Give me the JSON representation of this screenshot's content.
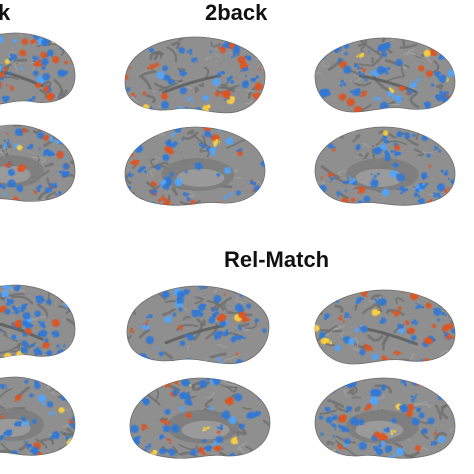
{
  "labels": {
    "top_left_cut": "k",
    "top_center": "2back",
    "bottom_center": "Rel-Match"
  },
  "colors": {
    "cortex": "#8f8f8f",
    "cortex_dark": "#6e6e6e",
    "background": "#ffffff",
    "activation_warm": "#e0531f",
    "activation_hot": "#ffd23a",
    "activation_cool": "#2f78d8",
    "activation_light_blue": "#4fa6ff"
  },
  "brains": [
    {
      "id": "tl-lateral",
      "row": "top",
      "view": "lateral"
    },
    {
      "id": "tl-medial",
      "row": "top",
      "view": "medial"
    },
    {
      "id": "tc-lateral",
      "row": "top",
      "view": "lateral"
    },
    {
      "id": "tc-medial",
      "row": "top",
      "view": "medial"
    },
    {
      "id": "tr-lateral",
      "row": "top",
      "view": "lateral"
    },
    {
      "id": "tr-medial",
      "row": "top",
      "view": "medial"
    },
    {
      "id": "bl-lateral",
      "row": "bottom",
      "view": "lateral"
    },
    {
      "id": "bl-medial",
      "row": "bottom",
      "view": "medial"
    },
    {
      "id": "bc-lateral",
      "row": "bottom",
      "view": "lateral"
    },
    {
      "id": "bc-medial",
      "row": "bottom",
      "view": "medial"
    },
    {
      "id": "br-lateral",
      "row": "bottom",
      "view": "lateral"
    },
    {
      "id": "br-medial",
      "row": "bottom",
      "view": "medial"
    }
  ]
}
